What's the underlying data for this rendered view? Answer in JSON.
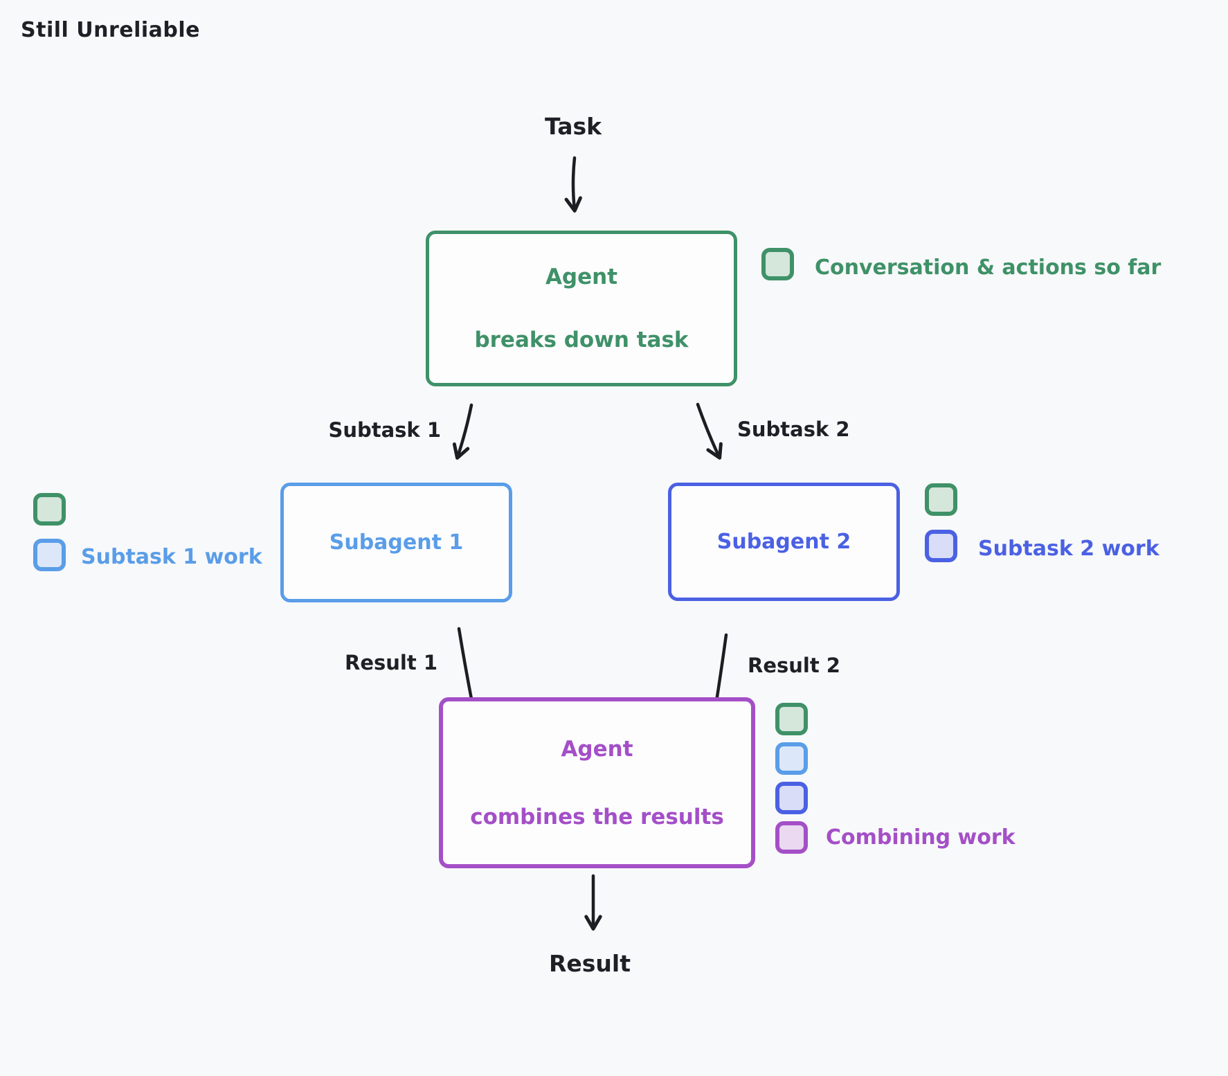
{
  "title": "Still Unreliable",
  "nodes": {
    "task_label": "Task",
    "agent_top": {
      "line1": "Agent",
      "line2": "breaks down task"
    },
    "subagent1": "Subagent 1",
    "subagent2": "Subagent 2",
    "agent_bottom": {
      "line1": "Agent",
      "line2": "combines the results"
    },
    "result_label": "Result"
  },
  "edges": {
    "subtask1": "Subtask 1",
    "subtask2": "Subtask 2",
    "result1": "Result 1",
    "result2": "Result 2"
  },
  "legends": {
    "conversation": "Conversation & actions so far",
    "subtask1_work": "Subtask 1 work",
    "subtask2_work": "Subtask 2 work",
    "combining": "Combining work"
  },
  "colors": {
    "background": "#f8f9fa",
    "ink": "#1f1f26",
    "green": "#3f9168",
    "green_fill": "#d5e6db",
    "blue": "#5a9de8",
    "blue_fill": "#dce8f9",
    "indigo": "#4b61e3",
    "indigo_fill": "#d9ddf7",
    "purple": "#a44fc7",
    "purple_fill": "#ead9f1"
  }
}
